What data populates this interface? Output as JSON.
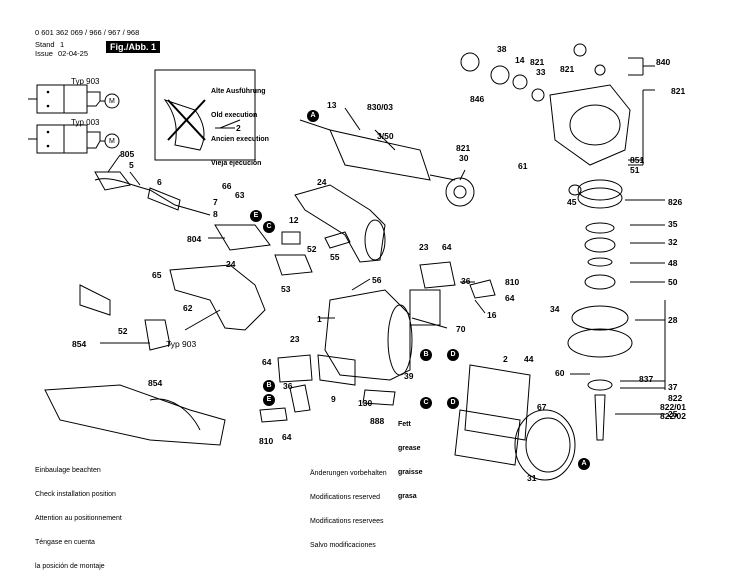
{
  "header": {
    "part_numbers": "0 601 362 069 / 966 / 967 / 968",
    "stand_label": "Stand",
    "stand_value": "1",
    "issue_label": "Issue",
    "issue_value": "02-04-25",
    "fig_label": "Fig./Abb. 1"
  },
  "old_version_box": [
    "Alte Ausführung",
    "Old execution",
    "Ancien execution",
    "Vieja ejecución"
  ],
  "install_note": [
    "Einbaulage beachten",
    "Check installation position",
    "Attention au positionnement",
    "Téngase en cuenta",
    "la posición de montaje"
  ],
  "changes_note": [
    "Änderungen vorbehalten",
    "Modifications reserved",
    "Modifications reservees",
    "Salvo modificaciones"
  ],
  "grease_note": [
    "Fett",
    "grease",
    "graisse",
    "grasa"
  ],
  "wiring": {
    "type_903": "Typ 903",
    "type_003": "Typ 003",
    "motor": "M"
  },
  "callouts": {
    "A": "A",
    "B": "B",
    "C": "C",
    "D": "D",
    "E": "E"
  },
  "parts": {
    "p805": "805",
    "p5": "5",
    "p6": "6",
    "p66": "66",
    "p63": "63",
    "p7": "7",
    "p8": "8",
    "p24a": "24",
    "p12": "12",
    "p52a": "52",
    "p804": "804",
    "p53": "53",
    "p55": "55",
    "p65": "65",
    "p24b": "24",
    "p62": "62",
    "p52b": "52",
    "p854a": "854",
    "p903": "Typ 903",
    "p854b": "854",
    "p13": "13",
    "p830": "830/03",
    "p350": "3/50",
    "p821a": "821",
    "p30": "30",
    "p2": "2",
    "p38": "38",
    "p14": "14",
    "p821b": "821",
    "p33": "33",
    "p846": "846",
    "p840": "840",
    "p821c": "821",
    "p821d": "821",
    "p61": "61",
    "p851": "851",
    "p51": "51",
    "p45": "45",
    "p826": "826",
    "p35": "35",
    "p32": "32",
    "p48": "48",
    "p50": "50",
    "p34": "34",
    "p28": "28",
    "p60": "60",
    "p837": "837",
    "p37": "37",
    "p822": "822",
    "p82201": "822/01",
    "p82202": "822/02",
    "p25": "25",
    "p23a": "23",
    "p64a": "64",
    "p810a": "810",
    "p36a": "36",
    "p64b": "64",
    "p16": "16",
    "p56": "56",
    "p1": "1",
    "p70": "70",
    "p2b": "2",
    "p44": "44",
    "p67": "67",
    "p23b": "23",
    "p64c": "64",
    "p36b": "36",
    "p810b": "810",
    "p64d": "64",
    "p9": "9",
    "p130": "130",
    "p888": "888",
    "p39": "39",
    "p31": "31"
  }
}
